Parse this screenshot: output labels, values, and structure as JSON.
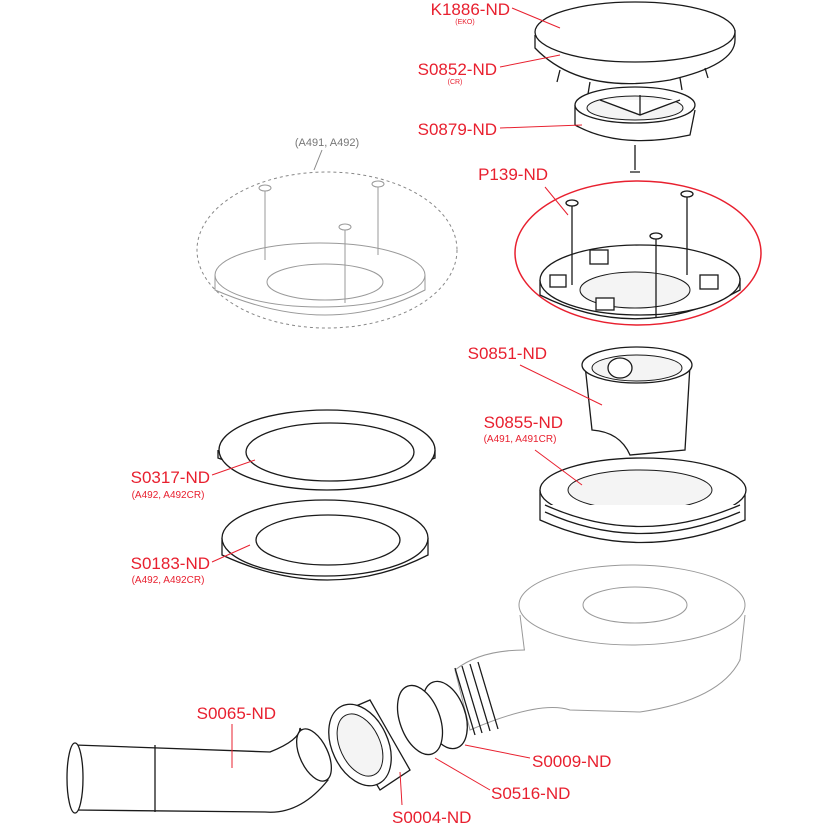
{
  "parts": {
    "k1886": {
      "code": "K1886-ND",
      "note": "(EKO)"
    },
    "s0852": {
      "code": "S0852-ND",
      "note": "(CR)"
    },
    "s0879": {
      "code": "S0879-ND"
    },
    "alt_group": {
      "note": "(A491, A492)"
    },
    "p139": {
      "code": "P139-ND"
    },
    "s0851": {
      "code": "S0851-ND"
    },
    "s0855": {
      "code": "S0855-ND",
      "note": "(A491, A491CR)"
    },
    "s0317": {
      "code": "S0317-ND",
      "note": "(A492, A492CR)"
    },
    "s0183": {
      "code": "S0183-ND",
      "note": "(A492, A492CR)"
    },
    "s0065": {
      "code": "S0065-ND"
    },
    "s0009": {
      "code": "S0009-ND"
    },
    "s0516": {
      "code": "S0516-ND"
    },
    "s0004": {
      "code": "S0004-ND"
    }
  },
  "colors": {
    "label": "#e8202f",
    "highlight": "#e8202f",
    "line": "#1a1a1a",
    "ghost": "#999999"
  }
}
